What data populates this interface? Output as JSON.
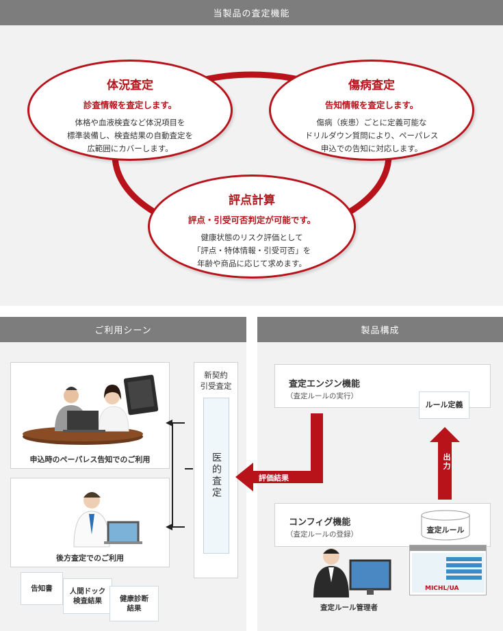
{
  "top": {
    "title": "当製品の査定機能",
    "circles": [
      {
        "title": "体況査定",
        "subtitle": "診査情報を査定します。",
        "desc": [
          "体格や血液検査など体況項目を",
          "標準装備し、検査結果の自動査定を",
          "広範囲にカバーします。"
        ]
      },
      {
        "title": "傷病査定",
        "subtitle": "告知情報を査定します。",
        "desc": [
          "傷病（疾患）ごとに定義可能な",
          "ドリルダウン質問により、ペーパレス",
          "申込での告知に対応します。"
        ]
      },
      {
        "title": "評点計算",
        "subtitle": "評点・引受可否判定が可能です。",
        "desc": [
          "健康状態のリスク評価として",
          "「評点・特体情報・引受可否」を",
          "年齢や商品に応じて求めます。"
        ]
      }
    ]
  },
  "left": {
    "title": "ご利用シーン",
    "card1_caption": "申込時のペーパレス告知でのご利用",
    "card2_caption": "後方査定でのご利用",
    "column_top": [
      "新契約",
      "引受査定"
    ],
    "column_box": "医的査定",
    "docs": [
      "告知書",
      "人間ドック\n検査結果",
      "健康診断\n結果"
    ]
  },
  "right": {
    "title": "製品構成",
    "engine_title": "査定エンジン機能",
    "engine_sub": "（査定ルールの実行）",
    "rule_def": "ルール定義",
    "config_title": "コンフィグ機能",
    "config_sub": "（査定ルールの登録）",
    "rule_db": "査定ルール",
    "arrow_out": "出力",
    "arrow_eval": "評価結果",
    "admin_caption": "査定ルール管理者",
    "logo": "MICHL/UA"
  },
  "colors": {
    "accent": "#b8121a",
    "bar": "#7d7d7d",
    "panel": "#f2f2f2"
  }
}
